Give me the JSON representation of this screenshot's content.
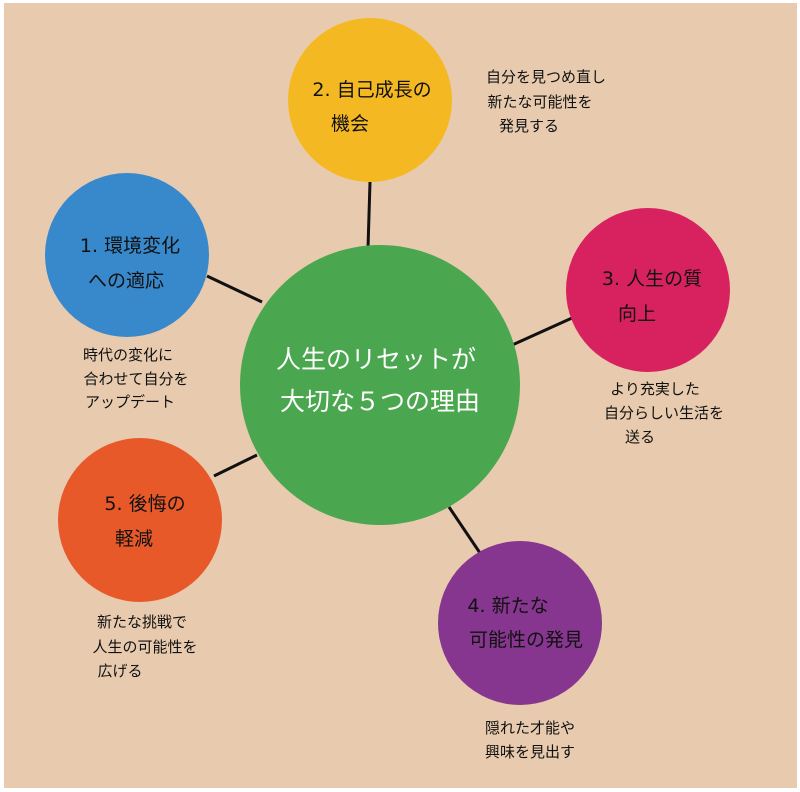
{
  "colors": {
    "background": "#E8CBAE",
    "center": "#4BA74F",
    "r1": "#3789CB",
    "r2": "#F4B922",
    "r3": "#D8215F",
    "r4": "#87368F",
    "r5": "#E8592A"
  },
  "center": {
    "line1": "人生のリセットが",
    "line2": "大切な５つの理由"
  },
  "reasons": [
    {
      "title1": "1. 環境変化",
      "title2": "への適応",
      "desc1": "時代の変化に",
      "desc2": "合わせて自分を",
      "desc3": "アップデート"
    },
    {
      "title1": "2. 自己成長の",
      "title2": "機会",
      "desc1": "自分を見つめ直し",
      "desc2": "新たな可能性を",
      "desc3": "発見する"
    },
    {
      "title1": "3. 人生の質",
      "title2": "向上",
      "desc1": "より充実した",
      "desc2": "自分らしい生活を",
      "desc3": "送る"
    },
    {
      "title1": "4. 新たな",
      "title2": "可能性の発見",
      "desc1": "隠れた才能や",
      "desc2": "興味を見出す"
    },
    {
      "title1": "5. 後悔の",
      "title2": "軽減",
      "desc1": "新たな挑戦で",
      "desc2": "人生の可能性を",
      "desc3": "広げる"
    }
  ]
}
